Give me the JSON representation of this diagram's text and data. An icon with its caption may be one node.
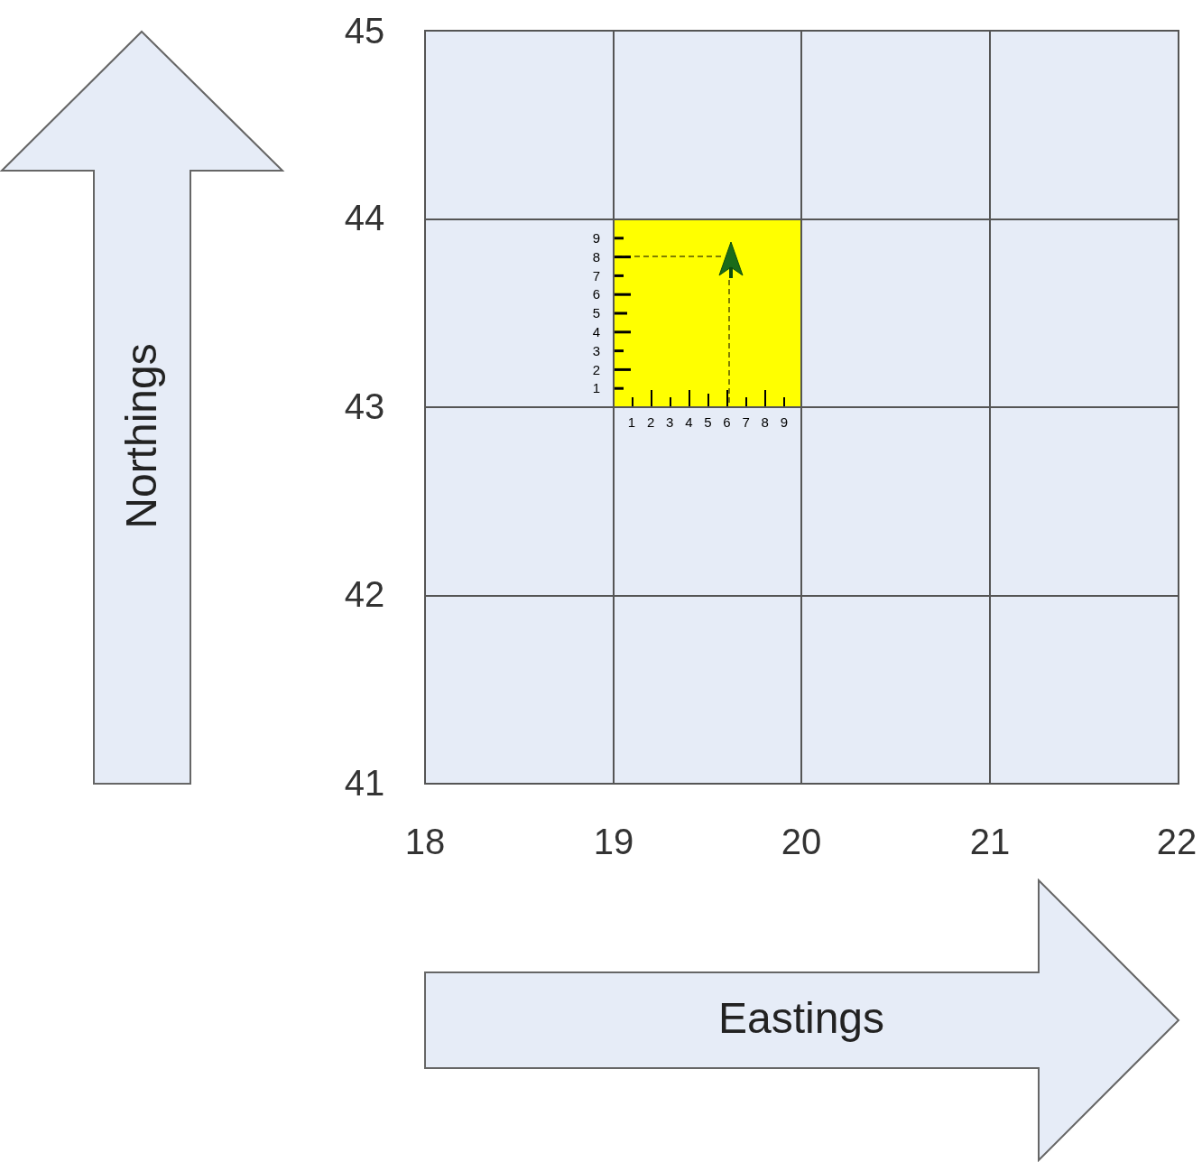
{
  "diagram": {
    "nodes": [
      {
        "text": [
          "Northings"
        ]
      },
      {
        "text": [
          "Eastings"
        ]
      }
    ],
    "labels": [
      "45",
      "44",
      "9",
      "8",
      "7",
      "6",
      "5",
      "4",
      "3",
      "2",
      "1",
      "43",
      "1",
      "2",
      "3",
      "4",
      "5",
      "6",
      "7",
      "8",
      "9",
      "42",
      "41",
      "18",
      "19",
      "20",
      "21",
      "22"
    ]
  }
}
